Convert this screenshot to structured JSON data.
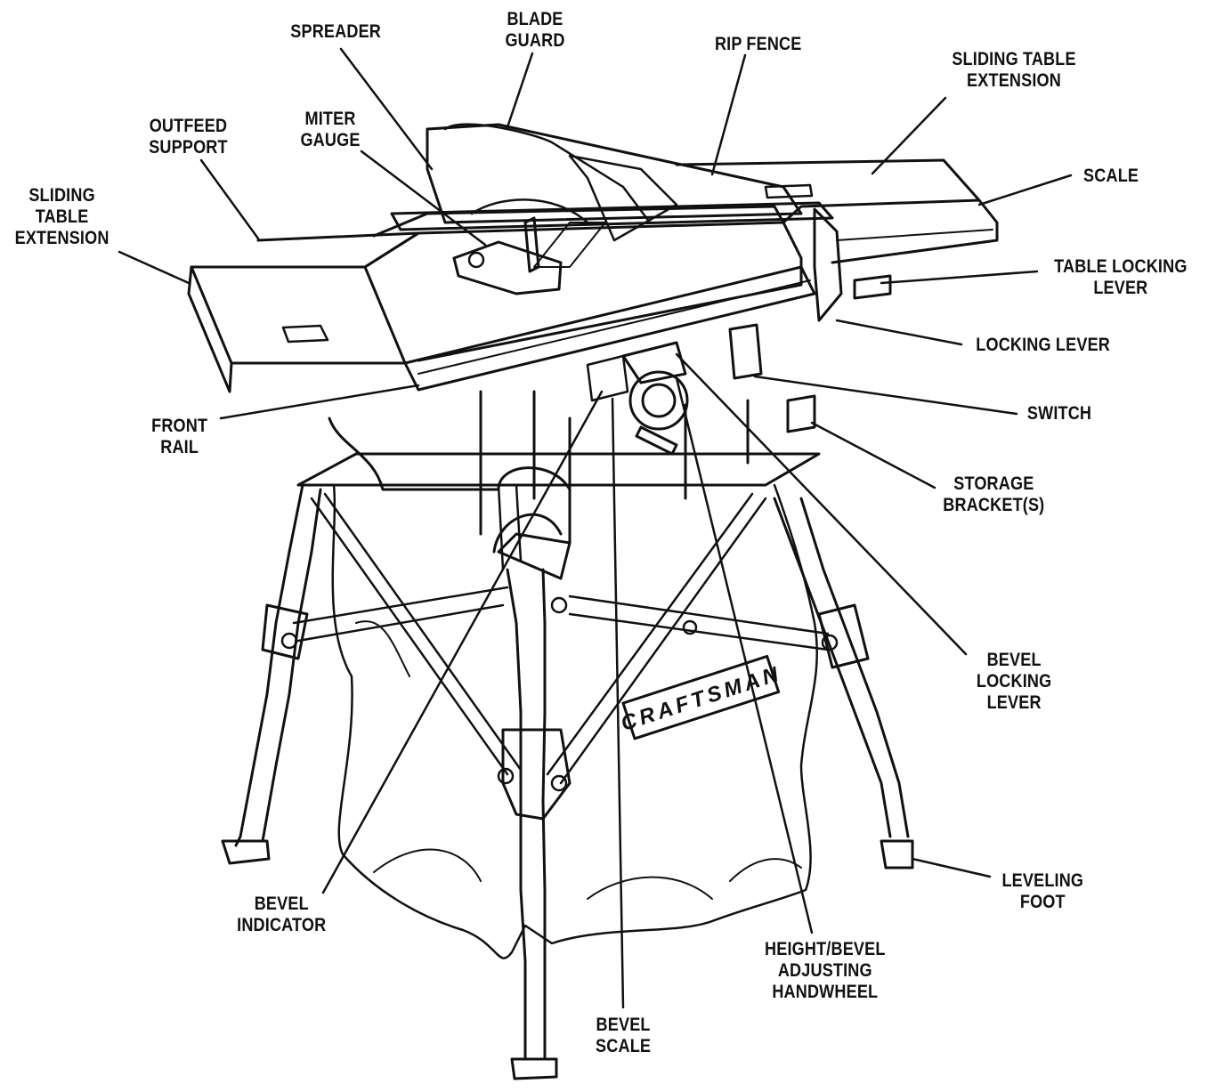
{
  "labels": {
    "spreader": [
      "SPREADER"
    ],
    "blade_guard": [
      "BLADE",
      "GUARD"
    ],
    "rip_fence": [
      "RIP FENCE"
    ],
    "sliding_table_extension_right": [
      "SLIDING TABLE",
      "EXTENSION"
    ],
    "outfeed_support": [
      "OUTFEED",
      "SUPPORT"
    ],
    "miter_gauge": [
      "MITER",
      "GAUGE"
    ],
    "sliding_table_extension_left": [
      "SLIDING",
      "TABLE",
      "EXTENSION"
    ],
    "scale": [
      "SCALE"
    ],
    "table_locking_lever": [
      "TABLE LOCKING",
      "LEVER"
    ],
    "locking_lever": [
      "LOCKING LEVER"
    ],
    "switch": [
      "SWITCH"
    ],
    "front_rail": [
      "FRONT",
      "RAIL"
    ],
    "storage_brackets": [
      "STORAGE",
      "BRACKET(S)"
    ],
    "bevel_locking_lever": [
      "BEVEL",
      "LOCKING",
      "LEVER"
    ],
    "leveling_foot": [
      "LEVELING",
      "FOOT"
    ],
    "bevel_indicator": [
      "BEVEL",
      "INDICATOR"
    ],
    "height_bevel_handwheel": [
      "HEIGHT/BEVEL",
      "ADJUSTING",
      "HANDWHEEL"
    ],
    "bevel_scale": [
      "BEVEL",
      "SCALE"
    ]
  },
  "brand_text": "CRAFTSMAN",
  "colors": {
    "ink": "#111111",
    "paper": "#ffffff"
  }
}
